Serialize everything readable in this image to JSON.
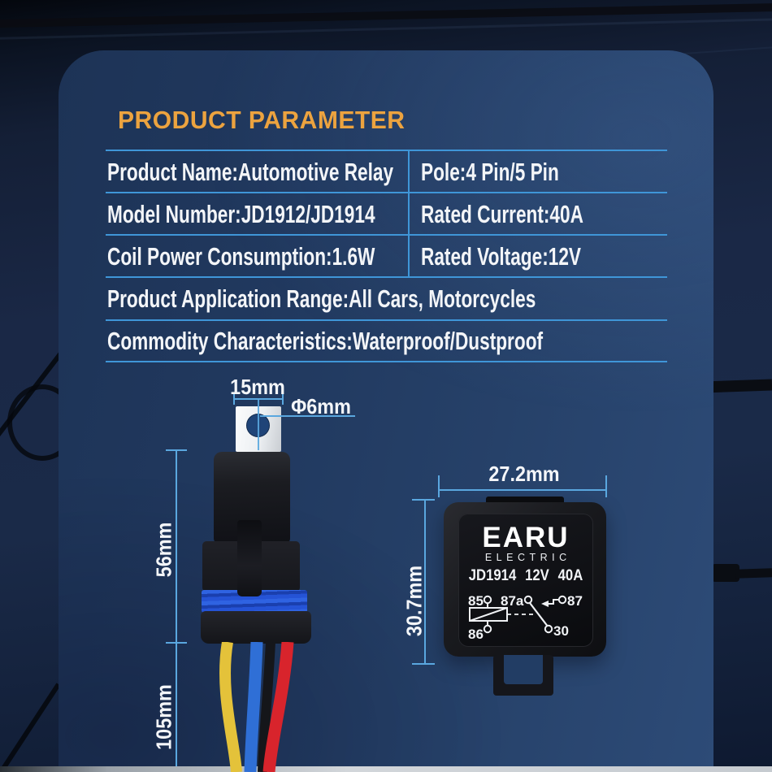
{
  "header": {
    "title": "PRODUCT PARAMETER"
  },
  "spec_table": {
    "rows": [
      {
        "left": "Product Name:Automotive Relay",
        "right": "Pole:4 Pin/5 Pin"
      },
      {
        "left": "Model Number:JD1912/JD1914",
        "right": "Rated Current:40A"
      },
      {
        "left": "Coil Power Consumption:1.6W",
        "right": "Rated Voltage:12V"
      },
      {
        "full": "Product Application Range:All Cars, Motorcycles"
      },
      {
        "full": "Commodity Characteristics:Waterproof/Dustproof"
      }
    ]
  },
  "left_product": {
    "tab_width": "15mm",
    "hole_diameter": "Φ6mm",
    "body_height": "56mm",
    "wire_length": "105mm"
  },
  "right_product": {
    "width": "27.2mm",
    "height": "30.7mm",
    "brand": "EARU",
    "brand_sub": "ELECTRIC",
    "model_line": "JD1914 12V 40A",
    "pins": {
      "p85": "85",
      "p86": "86",
      "p87a": "87a",
      "p87": "87",
      "p30": "30"
    }
  },
  "colors": {
    "title_orange": "#ECA33F",
    "table_line_blue": "#3F96D8",
    "dimension_line_blue": "#5AA7DF",
    "panel_blue_dark": "#1D3356",
    "panel_blue_light": "#2D4B77",
    "wire_yellow": "#E4C23A",
    "wire_blue": "#2F6FD6",
    "wire_black": "#15161A",
    "wire_red": "#D8242C",
    "seal_blue": "#2553D6"
  }
}
